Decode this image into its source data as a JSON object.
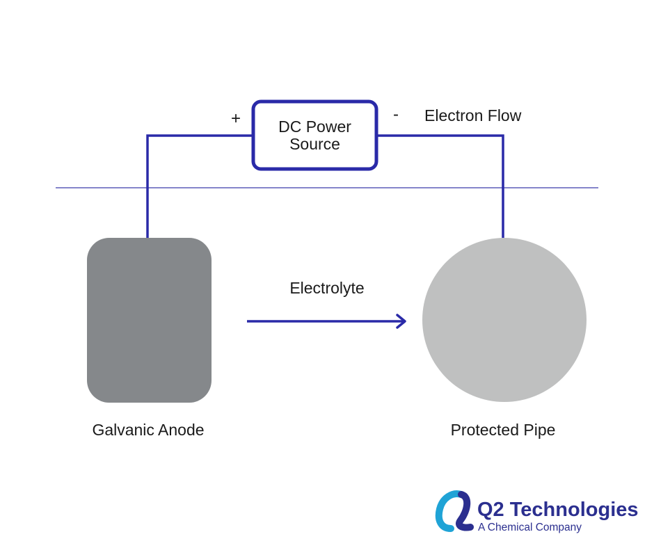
{
  "diagram": {
    "power_source_line1": "DC Power",
    "power_source_line2": "Source",
    "plus_sign": "+",
    "minus_sign": "-",
    "electron_flow_label": "Electron Flow",
    "electrolyte_label": "Electrolyte",
    "anode_label": "Galvanic Anode",
    "pipe_label": "Protected Pipe"
  },
  "logo": {
    "title": "Q2 Technologies",
    "subtitle": "A Chemical Company"
  },
  "colors": {
    "wire": "#2a2aa8",
    "ground_line": "#3a3aaa",
    "anode_fill": "#85888b",
    "pipe_fill": "#bfc0c0",
    "logo_blue": "#2b2f8f",
    "logo_cyan": "#1fa3d6"
  }
}
